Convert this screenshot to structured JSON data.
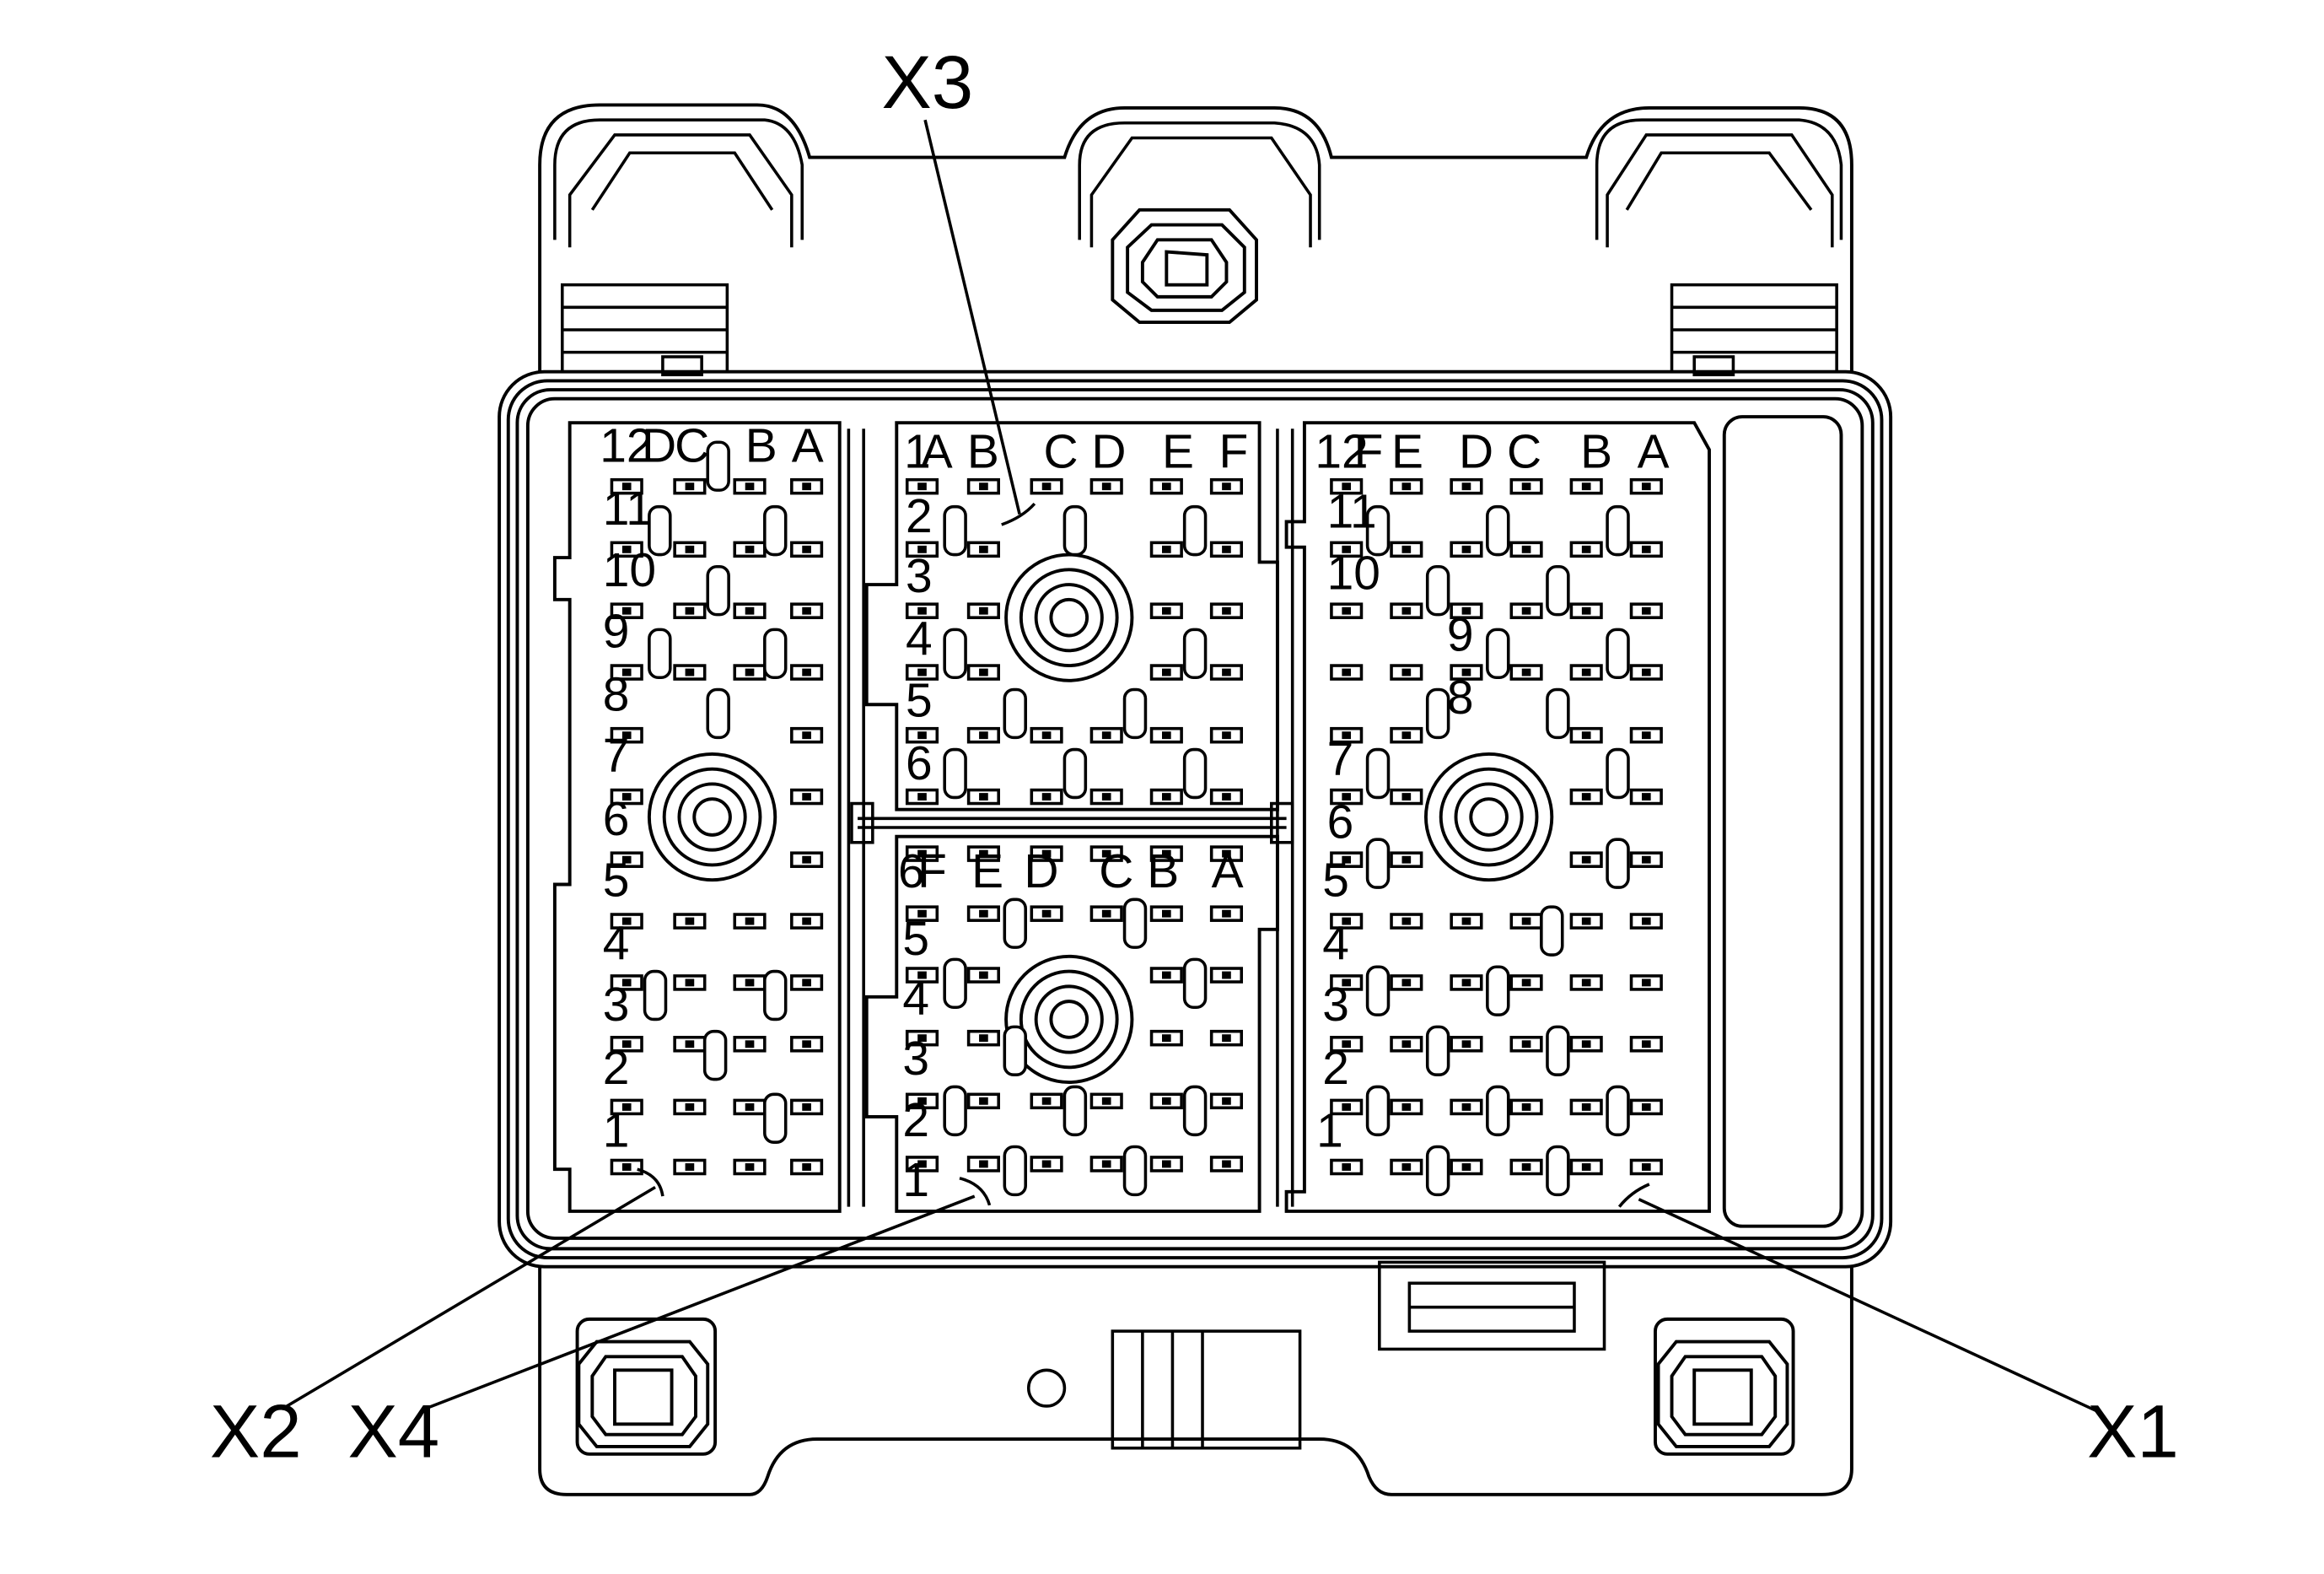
{
  "callouts": {
    "x1": "X1",
    "x2": "X2",
    "x3": "X3",
    "x4": "X4"
  },
  "connectors": {
    "x2": {
      "cols": [
        "D",
        "C",
        "B",
        "A"
      ],
      "rows": [
        "12",
        "11",
        "10",
        "9",
        "8",
        "7",
        "6",
        "5",
        "4",
        "3",
        "2",
        "1"
      ]
    },
    "x3": {
      "first_row": "1",
      "cols": [
        "A",
        "B",
        "C",
        "D",
        "E",
        "F"
      ],
      "rows": [
        "2",
        "3",
        "4",
        "5",
        "6"
      ]
    },
    "x4": {
      "first_row": "6",
      "cols": [
        "F",
        "E",
        "D",
        "C",
        "B",
        "A"
      ],
      "rows": [
        "5",
        "4",
        "3",
        "2",
        "1"
      ]
    },
    "x1": {
      "cols": [
        "F",
        "E",
        "D",
        "C",
        "B",
        "A"
      ],
      "rows": [
        "12",
        "11",
        "10",
        "9",
        "8",
        "7",
        "6",
        "5",
        "4",
        "3",
        "2",
        "1"
      ]
    }
  }
}
